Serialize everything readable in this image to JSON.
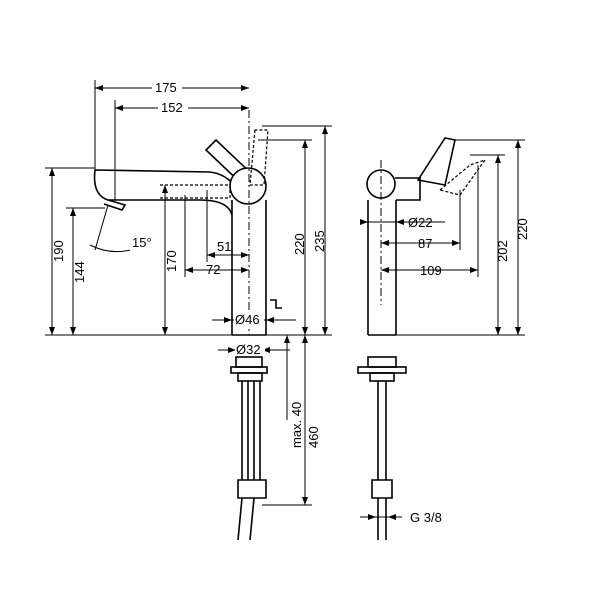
{
  "dimensions": {
    "w175": "175",
    "w152": "152",
    "h190": "190",
    "h144": "144",
    "angle": "15°",
    "h170": "170",
    "w51": "51",
    "w72": "72",
    "h220_left": "220",
    "h235": "235",
    "d46": "Ø46",
    "d32": "Ø32",
    "max40": "max. 40",
    "h460": "460",
    "d22": "Ø22",
    "w87": "87",
    "w109": "109",
    "h202": "202",
    "h220_right": "220",
    "thread": "G 3/8"
  }
}
